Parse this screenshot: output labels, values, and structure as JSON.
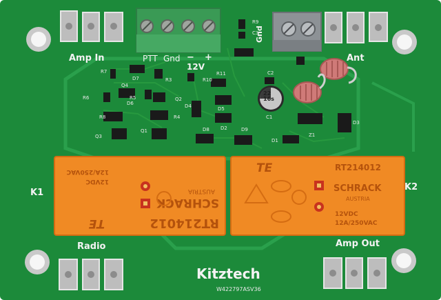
{
  "board": {
    "brand": "Kitztech",
    "serial": "W422797ASV36",
    "labels": {
      "amp_in": "Amp In",
      "ant": "Ant",
      "radio": "Radio",
      "amp_out": "Amp Out",
      "k1": "K1",
      "k2": "K2",
      "ptt": "PTT",
      "gnd": "Gnd",
      "minus": "−",
      "plus": "+",
      "v12": "12V",
      "gnd_right": "Gnd"
    },
    "designators": {
      "r7": "R7",
      "r3": "R3",
      "r6": "R6",
      "r5": "R5",
      "r4": "R4",
      "r8": "R8",
      "r9": "R9",
      "r10": "R10",
      "r11": "R11",
      "d7": "D7",
      "d6": "D6",
      "d5": "D5",
      "d4": "D4",
      "d8": "D8",
      "d2": "D2",
      "d9": "D9",
      "d1": "D1",
      "d3": "D3",
      "q1": "Q1",
      "q2": "Q2",
      "q3": "Q3",
      "q4": "Q4",
      "c1": "C1",
      "c2": "C2",
      "c3": "C3",
      "z1": "Z1"
    },
    "capacitor_label": "22\n16s",
    "relays": {
      "left": {
        "line1": "RT214012",
        "line2": "SCHRACK",
        "line3": "AUSTRIA",
        "line4": "12VDC",
        "line5": "12A/250VAC",
        "brand": "TE"
      },
      "right": {
        "line1": "RT214012",
        "line2": "SCHRACK",
        "line3": "AUSTRIA",
        "line4": "12VDC",
        "line5": "12A/250VAC",
        "brand": "TE"
      }
    }
  },
  "colors": {
    "pcb": "#1c8a3a",
    "trace": "#2aa04c",
    "relay": "#f08a24",
    "terminal": "#3a9a55",
    "resistor": "#cf7a78",
    "silkscreen": "#f3f3f3"
  }
}
